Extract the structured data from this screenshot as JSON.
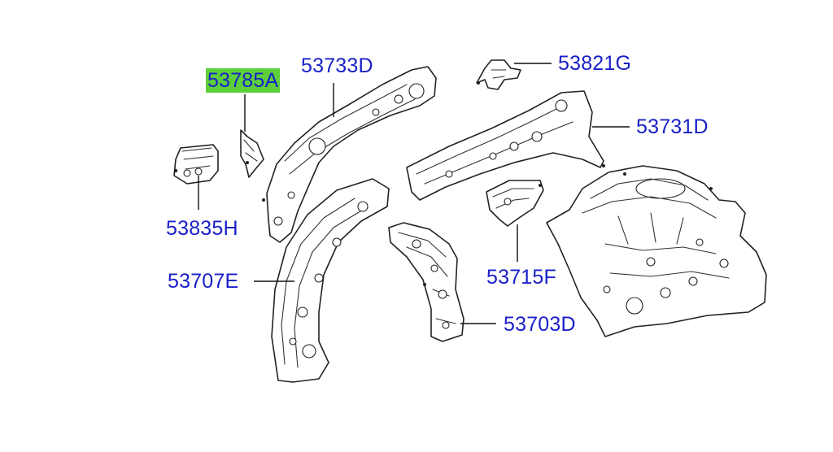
{
  "accent_colors": {
    "label_text": "#1a20c8",
    "highlight": "#5ccf3a",
    "line_art": "#222222"
  },
  "callouts": [
    {
      "id": "53785A",
      "text": "53785A",
      "highlighted": true
    },
    {
      "id": "53733D",
      "text": "53733D",
      "highlighted": false
    },
    {
      "id": "53821G",
      "text": "53821G",
      "highlighted": false
    },
    {
      "id": "53731D",
      "text": "53731D",
      "highlighted": false
    },
    {
      "id": "53835H",
      "text": "53835H",
      "highlighted": false
    },
    {
      "id": "53707E",
      "text": "53707E",
      "highlighted": false
    },
    {
      "id": "53715F",
      "text": "53715F",
      "highlighted": false
    },
    {
      "id": "53703D",
      "text": "53703D",
      "highlighted": false
    }
  ]
}
